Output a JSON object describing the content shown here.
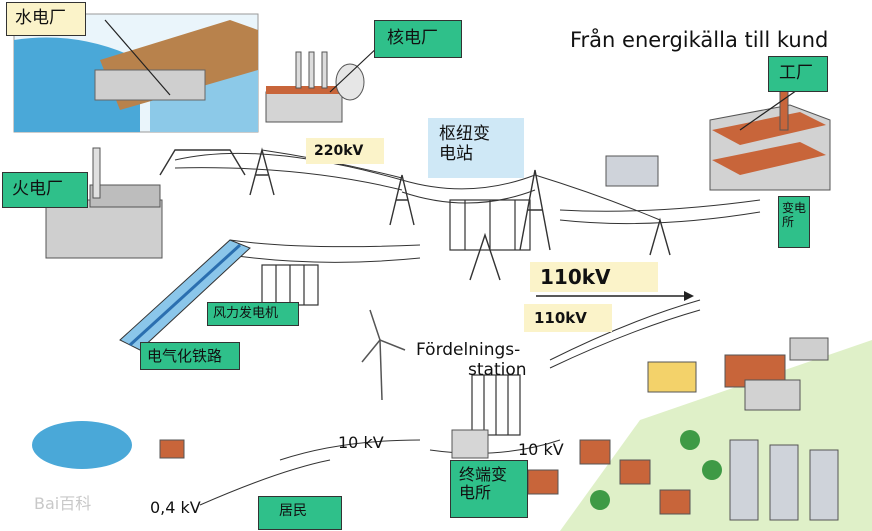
{
  "title": "Från energikälla till kund",
  "labels": {
    "hydro": "水电厂",
    "nuclear": "核电厂",
    "thermal": "火电厂",
    "factory": "工厂",
    "hub_line1": "枢纽变",
    "hub_line2": "电站",
    "wind": "风力发电机",
    "railway": "电气化铁路",
    "substation_line1": "变电",
    "substation_line2": "所",
    "terminal_line1": "终端变",
    "terminal_line2": "电所",
    "residents": "居民",
    "distribution_line1": "Fördelnings-",
    "distribution_line2": "station"
  },
  "voltages": {
    "v220": "220kV",
    "v110_big": "110kV",
    "v110": "110kV",
    "v10_left": "10 kV",
    "v10_right": "10 kV",
    "v04": "0,4 kV"
  },
  "watermark": "Bai百科",
  "colors": {
    "label_green": "#2fc08a",
    "label_cream": "#fbf3c9",
    "label_blue": "#cfe8f6",
    "water": "#4aa8d8",
    "roof": "#c8653a",
    "grass": "#dff0c8"
  }
}
